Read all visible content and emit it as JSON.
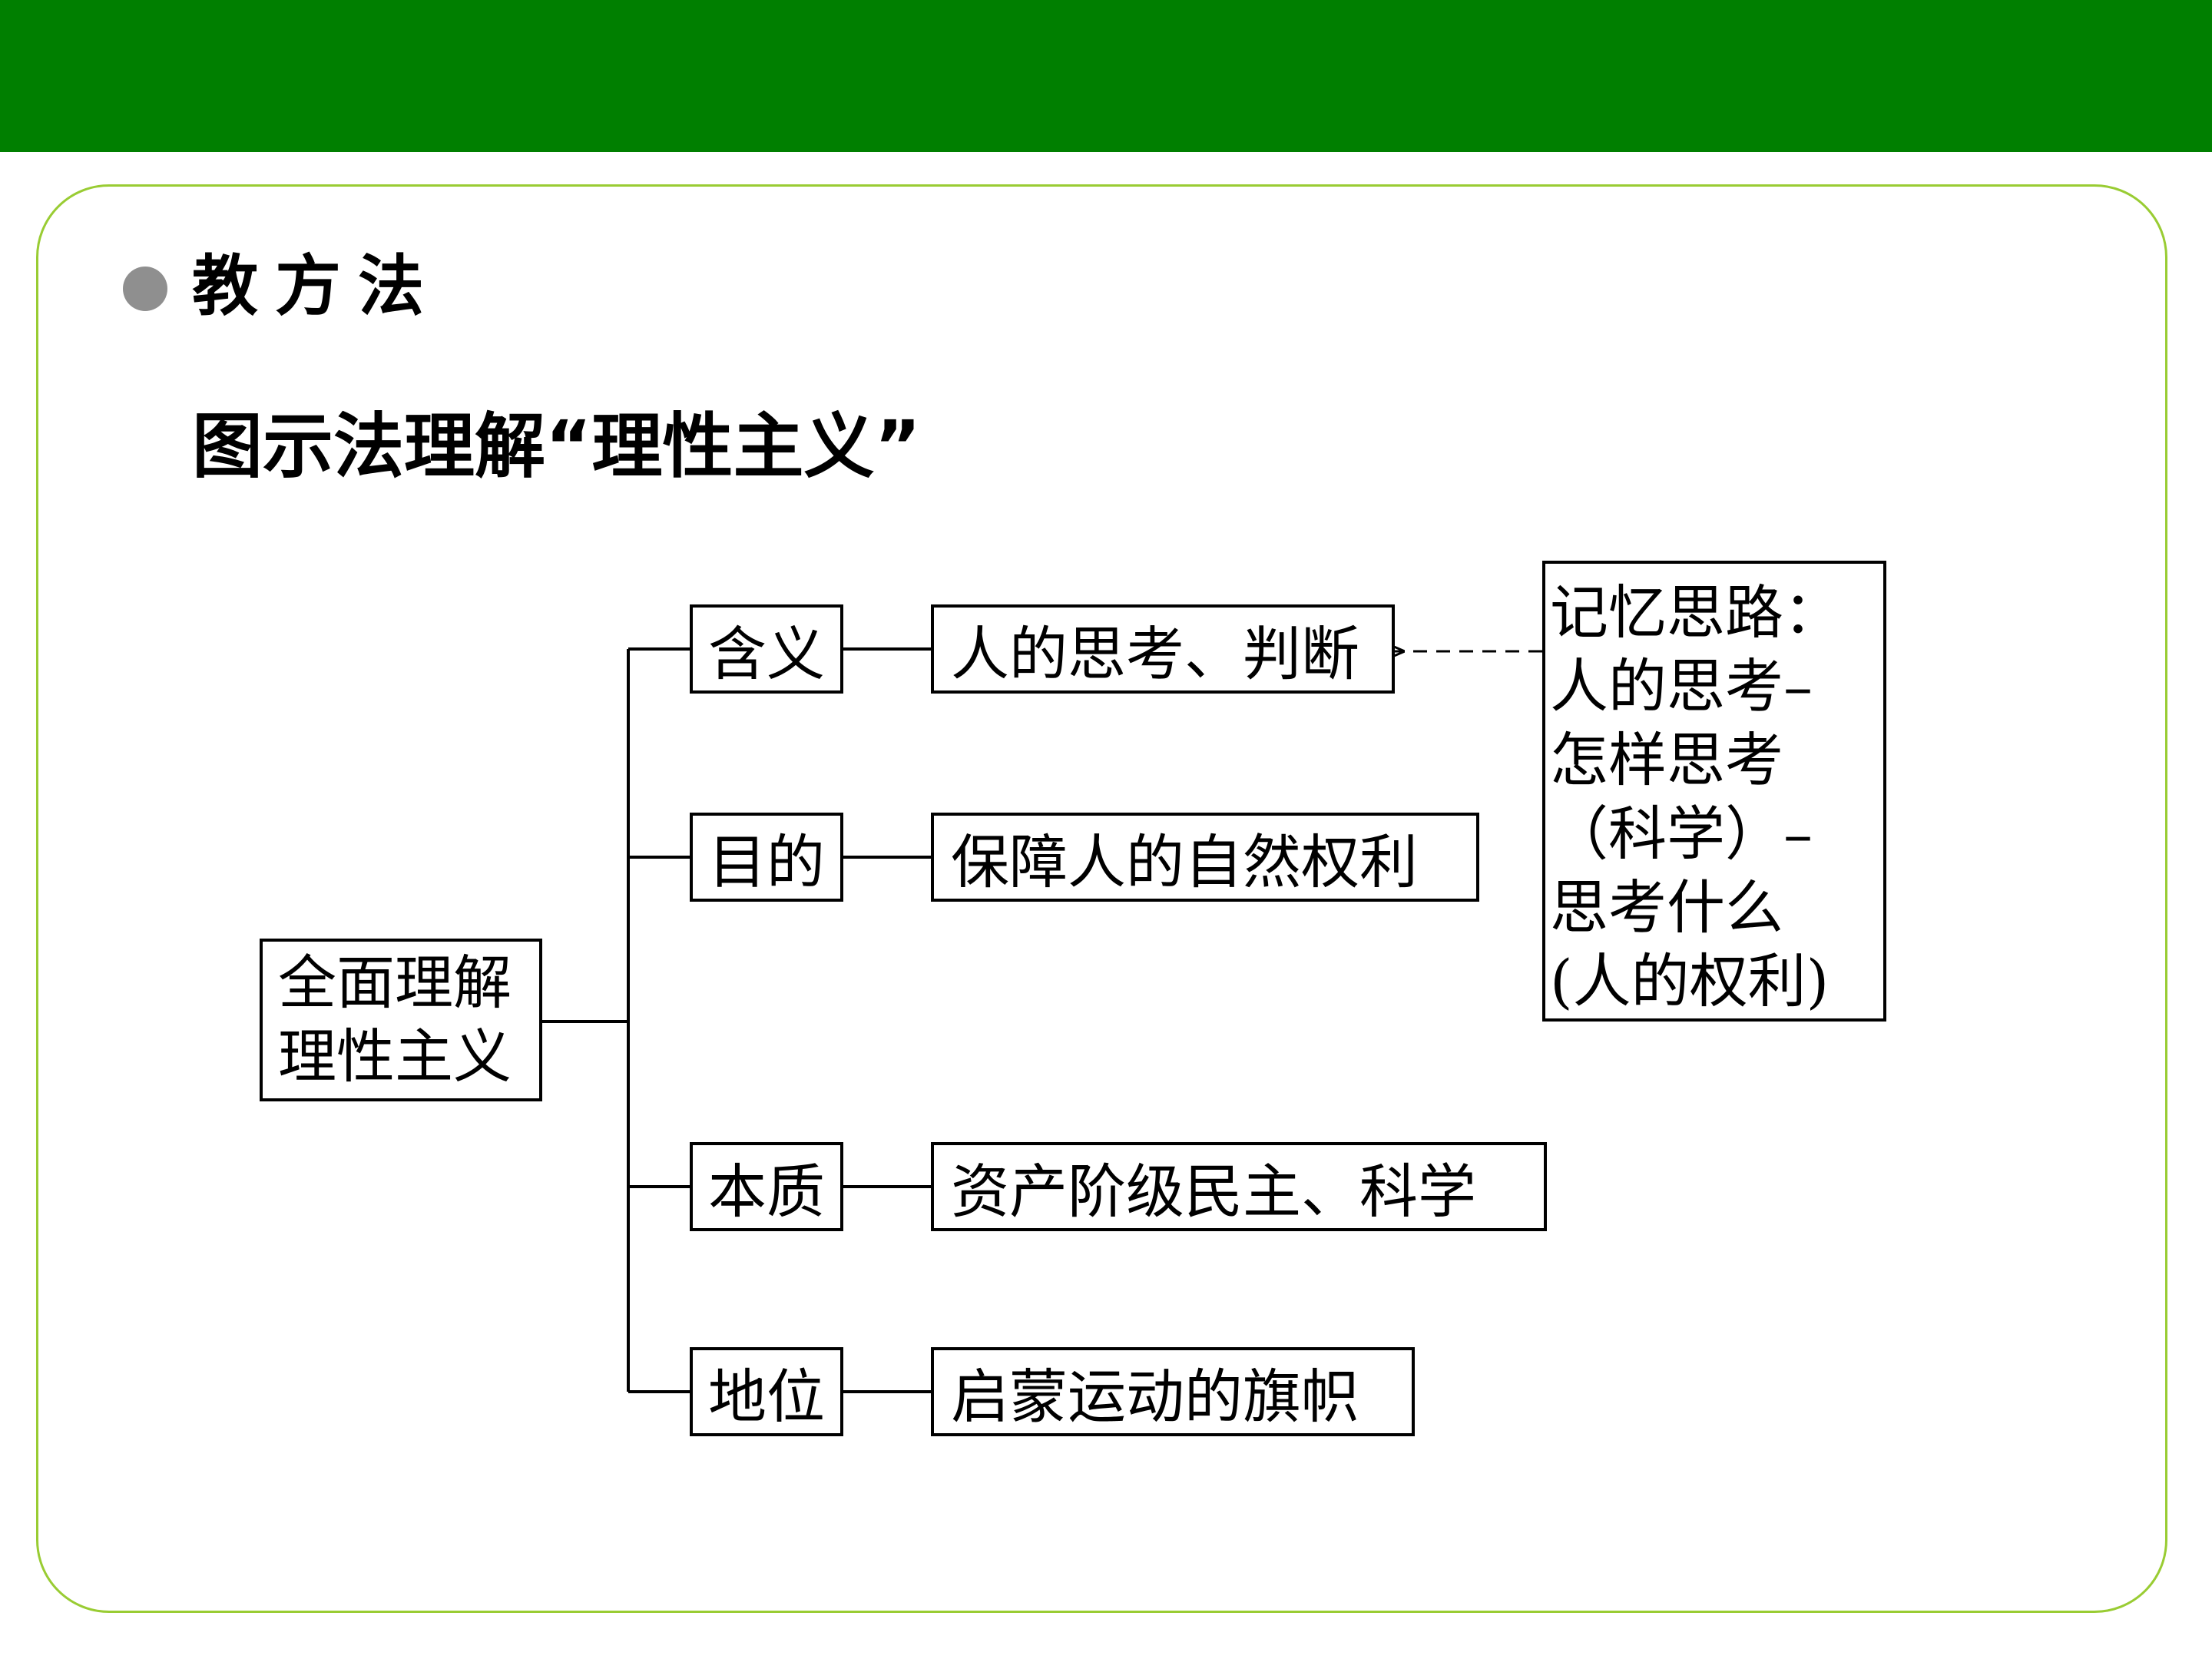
{
  "colors": {
    "top_bar": "#007f00",
    "panel_border": "#99cc33",
    "bullet": "#8f8f8f"
  },
  "heading": "教方法",
  "subtitle": "图示法理解“理性主义”",
  "diagram": {
    "root": [
      "全面理解",
      "理性主义"
    ],
    "branches": [
      {
        "label": "含义",
        "description": "人的思考、判断"
      },
      {
        "label": "目的",
        "description": "保障人的自然权利"
      },
      {
        "label": "本质",
        "description": "资产阶级民主、科学"
      },
      {
        "label": "地位",
        "description": "启蒙运动的旗帜"
      }
    ],
    "note": "记忆思路：\n人的思考–\n怎样思考\n（科学）–\n思考什么\n(人的权利)"
  }
}
